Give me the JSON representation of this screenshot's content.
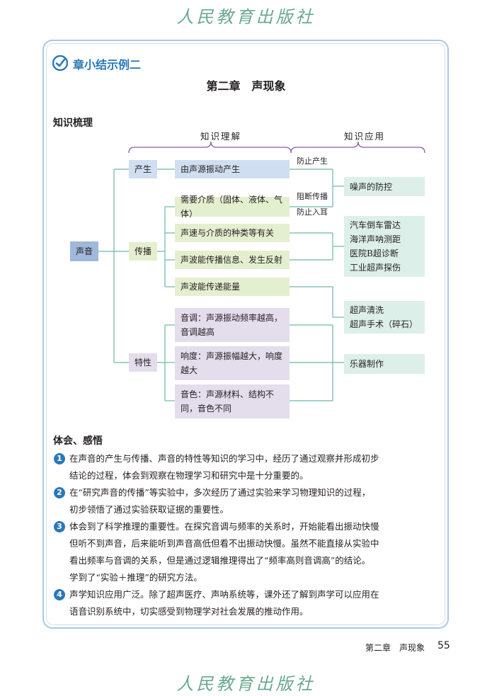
{
  "publisher": "人民教育出版社",
  "section_title": "章小结示例二",
  "chapter_title": "第二章　声现象",
  "knowledge_heading": "知识梳理",
  "diagram": {
    "col_understand": "知识理解",
    "col_apply": "知识应用",
    "root": "声音",
    "produce": "产生",
    "produce_desc": "由声源振动产生",
    "propagate": "传播",
    "propagate_items": [
      "需要介质（固体、液体、气体）",
      "声速与介质的种类等有关",
      "声波能传播信息、发生反射",
      "声波能传递能量"
    ],
    "traits": "特性",
    "trait_items": [
      [
        "音调：声源振动频率越高，",
        "音调越高"
      ],
      [
        "响度：声源振幅越大，响度",
        "越大"
      ],
      [
        "音色：声源材料、结构不",
        "同，音色不同"
      ]
    ],
    "link_labels": [
      "防止产生",
      "阻断传播",
      "防止入耳"
    ],
    "apps": {
      "noise": "噪声的防控",
      "info": [
        "汽车倒车雷达",
        "海洋声呐测距",
        "医院B超诊断",
        "工业超声探伤"
      ],
      "energy": [
        "超声清洗",
        "超声手术（碎石）"
      ],
      "music": "乐器制作"
    }
  },
  "reflection_heading": "体会、感悟",
  "reflections": [
    {
      "n": "1",
      "lines": [
        "在声音的产生与传播、声音的特性等知识的学习中，经历了通过观察并形成初步",
        "结论的过程，体会到观察在物理学习和研究中是十分重要的。"
      ]
    },
    {
      "n": "2",
      "lines": [
        "在“研究声音的传播”等实验中，多次经历了通过实验来学习物理知识的过程，",
        "初步领悟了通过实验获取证据的重要性。"
      ]
    },
    {
      "n": "3",
      "lines": [
        "体会到了科学推理的重要性。在探究音调与频率的关系时，开始能看出振动快慢",
        "但听不到声音，后来能听到声音高低但看不出振动快慢。虽然不能直接从实验中",
        "看出频率与音调的关系，但是通过逻辑推理得出了“频率高则音调高”的结论。",
        "学到了“实验＋推理”的研究方法。"
      ]
    },
    {
      "n": "4",
      "lines": [
        "声学知识应用广泛。除了超声医疗、声呐系统等，课外还了解到声学可以应用在",
        "语音识别系统中，切实感受到物理学对社会发展的推动作用。"
      ]
    }
  ],
  "footer_chapter": "第二章　声现象",
  "page_number": "55",
  "colors": {
    "accent": "#2a78b8",
    "frame": "#a9c9e4",
    "line": "#6cb8a4",
    "brace": "#8a5aa8"
  }
}
